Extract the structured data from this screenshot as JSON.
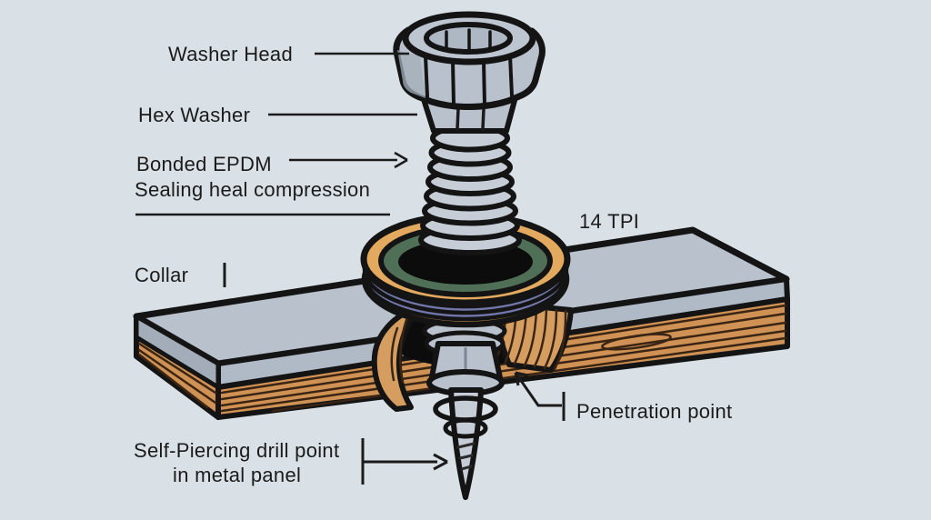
{
  "labels": {
    "washer_head": "Washer Head",
    "hex_washer": "Hex Washer",
    "bonded_epdm_line1": "Bonded EPDM",
    "bonded_epdm_line2": "Sealing heal compression",
    "tpi": "14 TPI",
    "collar": "Collar",
    "penetration_point": "Penetration point",
    "drill_point_line1": "Self-Piercing drill point",
    "drill_point_line2": "in metal panel"
  },
  "colors": {
    "background": "#d9e1e7",
    "outline": "#141414",
    "metal": "#b8c1cc",
    "metal_light": "#c6cdd6",
    "metal_dark": "#a3adba",
    "panel": "#b0bac6",
    "wood": "#cf9254",
    "wood_light": "#d69d60",
    "wood_grain": "#3a2413",
    "washer_tan": "#e2a95f",
    "washer_green": "#4f6f57",
    "washer_blue": "#7277ab",
    "epdm_black": "#0c0c0c",
    "text": "#1b1b1b"
  }
}
